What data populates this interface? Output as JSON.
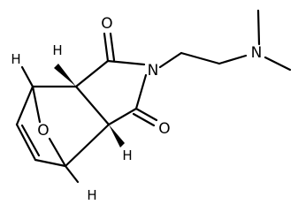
{
  "labels": {
    "nitrogen_imide": "N",
    "nitrogen_amine": "N",
    "oxygen_carbonyl_top": "O",
    "oxygen_carbonyl_bottom": "O",
    "oxygen_bridge": "O",
    "hydrogen_top_left": "H",
    "hydrogen_top_right": "H",
    "hydrogen_bottom_right": "H",
    "hydrogen_bottom": "H"
  },
  "colors": {
    "ink": "#000000",
    "background": "#ffffff"
  }
}
